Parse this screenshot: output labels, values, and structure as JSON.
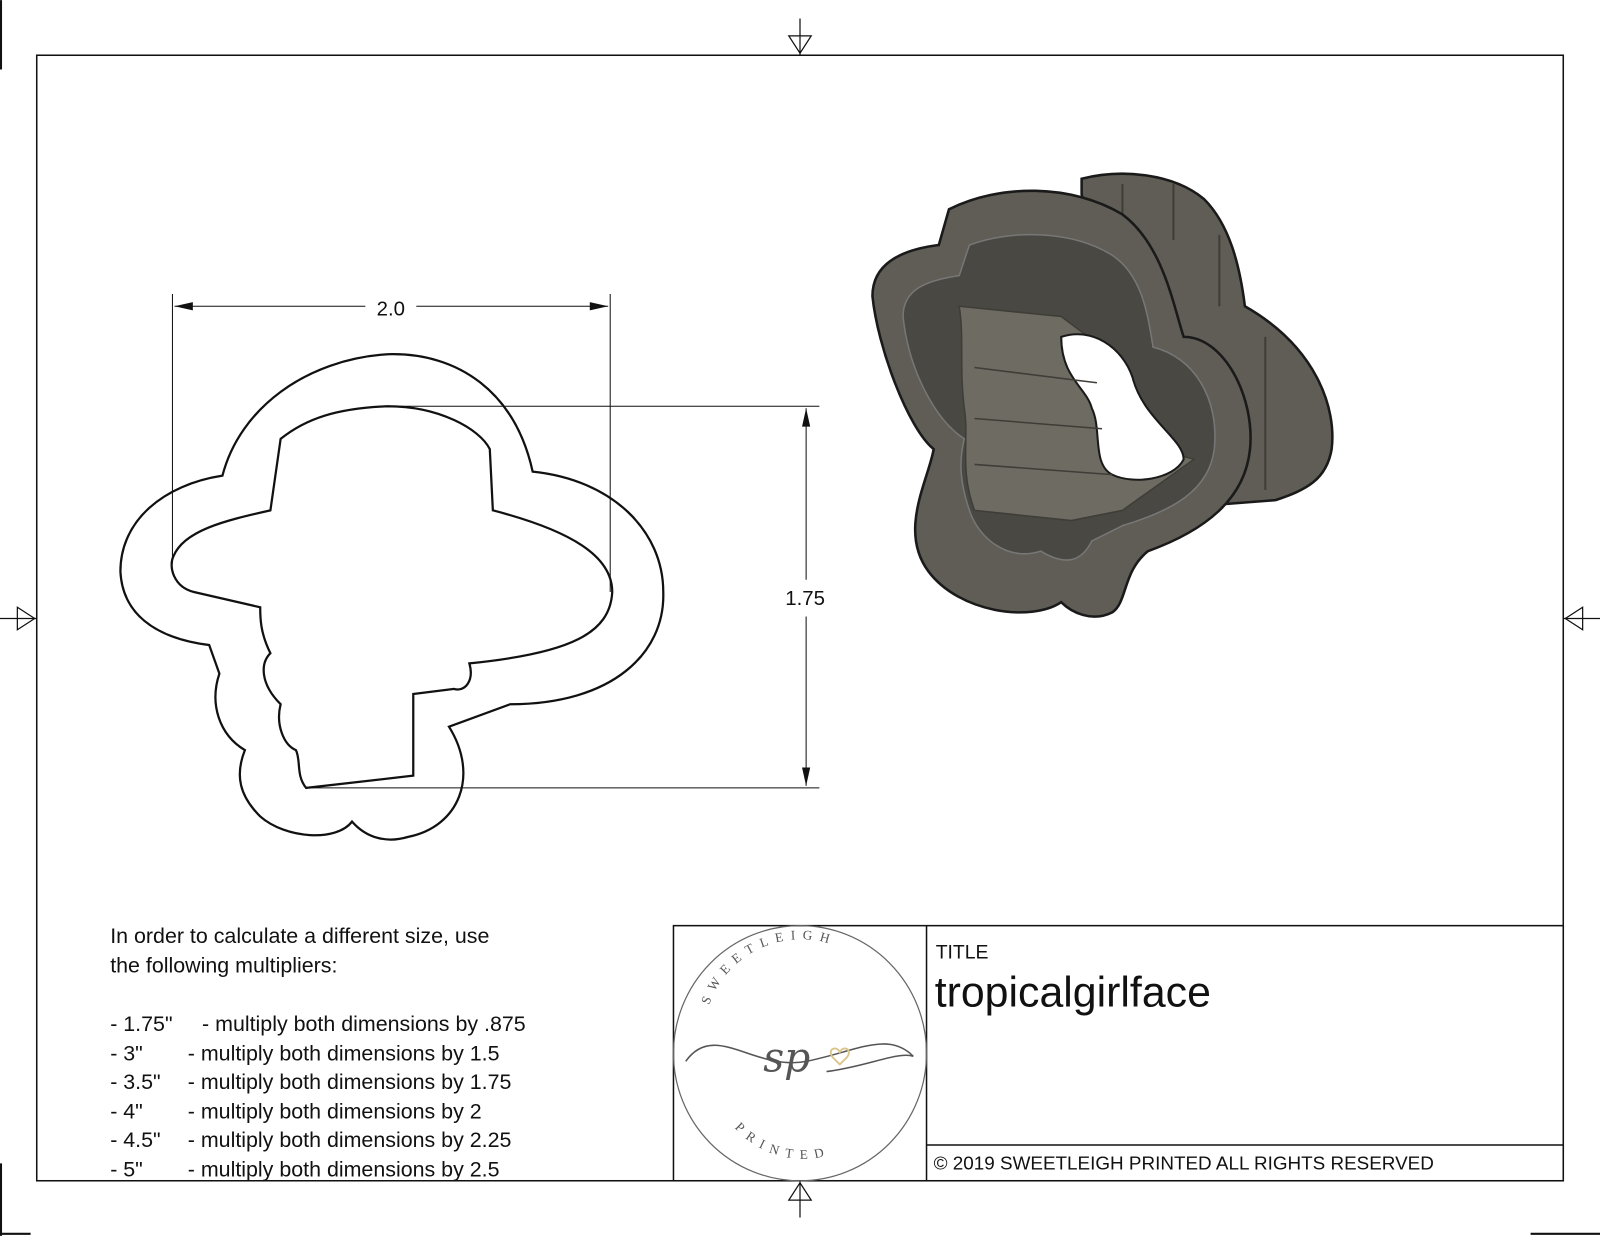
{
  "dimensions": {
    "width_label": "2.0",
    "height_label": "1.75"
  },
  "notes": {
    "intro_line1": "In order to calculate a different size, use",
    "intro_line2": "the following multipliers:",
    "multipliers": [
      {
        "size": "- 1.75\"",
        "text": "- multiply both dimensions by .875"
      },
      {
        "size": "- 3\"",
        "text": "- multiply both dimensions by 1.5"
      },
      {
        "size": "- 3.5\"",
        "text": "- multiply both dimensions by 1.75"
      },
      {
        "size": "- 4\"",
        "text": "- multiply both dimensions by 2"
      },
      {
        "size": "- 4.5\"",
        "text": "- multiply both dimensions by 2.25"
      },
      {
        "size": "- 5\"",
        "text": "- multiply both dimensions by 2.5"
      }
    ]
  },
  "title_block": {
    "title_label": "TITLE",
    "title": "tropicalgirlface",
    "copyright": "© 2019  SWEETLEIGH PRINTED  ALL RIGHTS RESERVED",
    "logo": {
      "top_text": "SWEETLEIGH",
      "monogram": "sp",
      "bottom_text": "PRINTED",
      "heart_color": "#d9c48a"
    }
  },
  "colors": {
    "cutter_body": "#5f5d55",
    "cutter_dark": "#3f3d37",
    "cutter_light": "#7b786e"
  }
}
